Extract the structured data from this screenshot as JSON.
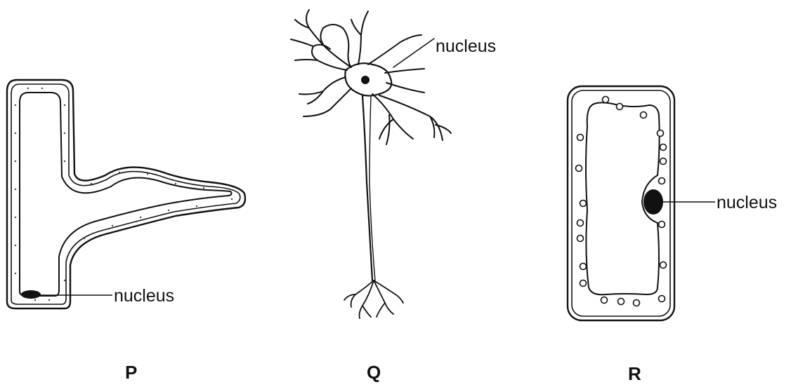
{
  "figure": {
    "cells": [
      {
        "id": "P",
        "letter": "P",
        "nucleus_label": "nucleus"
      },
      {
        "id": "Q",
        "letter": "Q",
        "nucleus_label": "nucleus"
      },
      {
        "id": "R",
        "letter": "R",
        "nucleus_label": "nucleus"
      }
    ],
    "colors": {
      "ink": "#111111",
      "background": "#ffffff",
      "stipple": "#555555"
    }
  }
}
